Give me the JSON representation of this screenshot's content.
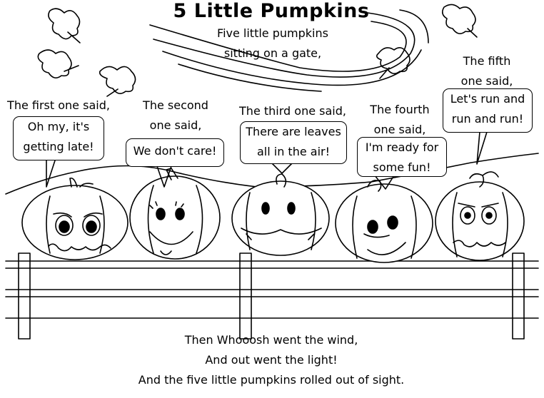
{
  "title": "5 Little Pumpkins",
  "intro": [
    "Five little pumpkins",
    "sitting on a gate,"
  ],
  "labels": [
    {
      "speaker": [
        "The first one said,"
      ],
      "quote": [
        "Oh my, it's",
        "getting late!"
      ]
    },
    {
      "speaker": [
        "The second",
        "one said,"
      ],
      "quote": [
        "We don't care!"
      ]
    },
    {
      "speaker": [
        "The third one said,"
      ],
      "quote": [
        "There are leaves",
        "all in the air!"
      ]
    },
    {
      "speaker": [
        "The fourth",
        "one said,"
      ],
      "quote": [
        "I'm ready for",
        "some fun!"
      ]
    },
    {
      "speaker": [
        "The fifth",
        "one said,"
      ],
      "quote": [
        "Let's run and",
        "run and run!"
      ]
    }
  ],
  "ending": [
    "Then Whooosh went the wind,",
    "And out went the light!",
    "And the five little pumpkins rolled out of sight."
  ]
}
